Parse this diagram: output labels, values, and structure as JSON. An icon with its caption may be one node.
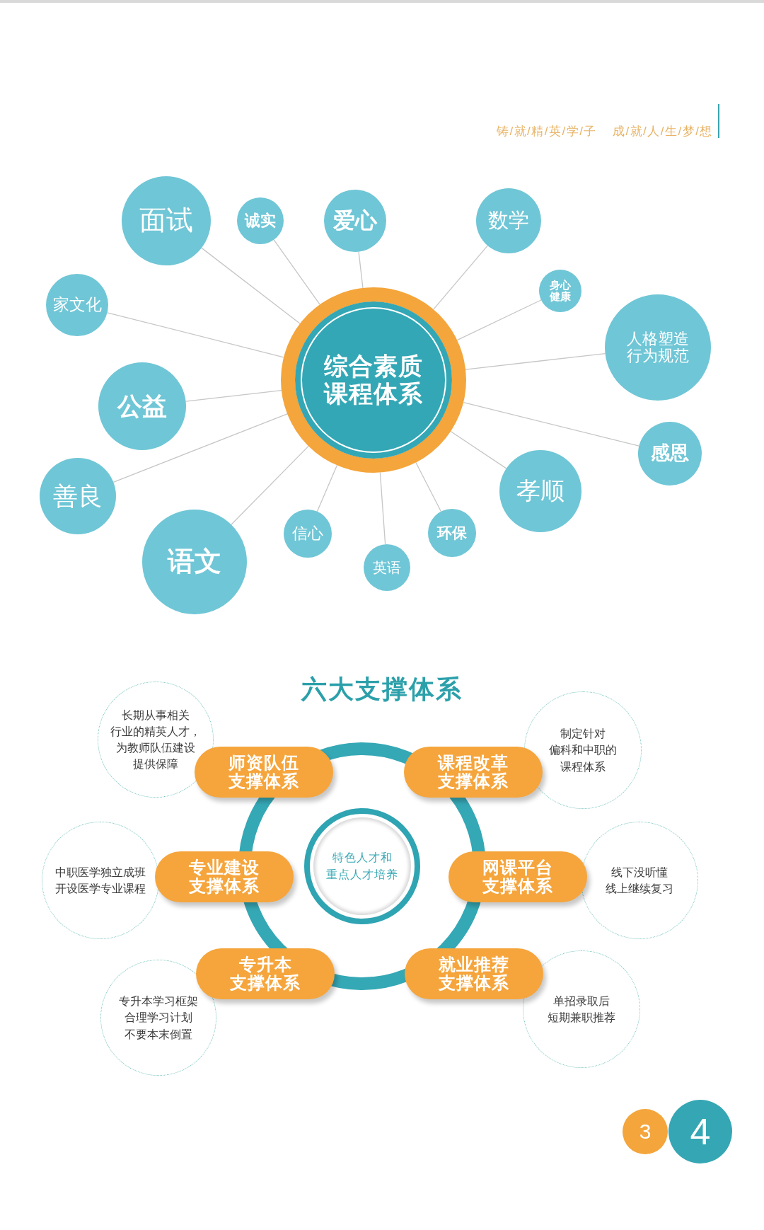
{
  "diagram": {
    "nodes": [
      {
        "text": [
          "综合素质课程体系"
        ]
      },
      {
        "text": [
          "面试"
        ]
      },
      {
        "text": [
          "诚实"
        ]
      },
      {
        "text": [
          "爱心"
        ]
      },
      {
        "text": [
          "数学"
        ]
      },
      {
        "text": [
          "身心健康"
        ]
      },
      {
        "text": [
          "家文化"
        ]
      },
      {
        "text": [
          "人格塑造行为规范"
        ]
      },
      {
        "text": [
          "公益"
        ]
      },
      {
        "text": [
          "感恩"
        ]
      },
      {
        "text": [
          "孝顺"
        ]
      },
      {
        "text": [
          "善良"
        ]
      },
      {
        "text": [
          "信心"
        ]
      },
      {
        "text": [
          "环保"
        ]
      },
      {
        "text": [
          "语文"
        ]
      },
      {
        "text": [
          "英语"
        ]
      },
      {
        "text": [
          "长期从事相关行业的精英人才，为教师队伍建设提供保障"
        ]
      },
      {
        "text": [
          "师资队伍支撑体系"
        ]
      },
      {
        "text": [
          "课程改革支撑体系"
        ]
      },
      {
        "text": [
          "制定针对偏科和中职的课程体系"
        ]
      },
      {
        "text": [
          "中职医学独立成班开设医学专业课程"
        ]
      },
      {
        "text": [
          "专业建设支撑体系"
        ]
      },
      {
        "text": [
          "特色人才和重点人才培养"
        ]
      },
      {
        "text": [
          "网课平台支撑体系"
        ]
      },
      {
        "text": [
          "线下没听懂线上继续复习"
        ]
      },
      {
        "text": [
          "专升本学习框架合理学习计划不要本末倒置"
        ]
      },
      {
        "text": [
          "专升本支撑体系"
        ]
      },
      {
        "text": [
          "就业推荐支撑体系"
        ]
      },
      {
        "text": [
          "单招录取后短期兼职推荐"
        ]
      },
      {
        "text": [
          "3"
        ]
      },
      {
        "text": [
          "4"
        ]
      }
    ],
    "edges": [
      {
        "from": 0,
        "to": 1,
        "arrow": "none"
      },
      {
        "from": 0,
        "to": 2,
        "arrow": "none"
      },
      {
        "from": 0,
        "to": 3,
        "arrow": "none"
      },
      {
        "from": 0,
        "to": 4,
        "arrow": "none"
      },
      {
        "from": 0,
        "to": 5,
        "arrow": "none"
      },
      {
        "from": 0,
        "to": 6,
        "arrow": "none"
      },
      {
        "from": 0,
        "to": 7,
        "arrow": "none"
      },
      {
        "from": 0,
        "to": 8,
        "arrow": "none"
      },
      {
        "from": 0,
        "to": 9,
        "arrow": "none"
      },
      {
        "from": 0,
        "to": 10,
        "arrow": "none"
      },
      {
        "from": 0,
        "to": 11,
        "arrow": "none"
      },
      {
        "from": 0,
        "to": 12,
        "arrow": "none"
      },
      {
        "from": 0,
        "to": 13,
        "arrow": "none"
      },
      {
        "from": 0,
        "to": 14,
        "arrow": "none"
      },
      {
        "from": 0,
        "to": 15,
        "arrow": "none"
      }
    ],
    "labels": [
      "铸/就/精/英/学/子",
      "成/就/人/生/梦/想",
      "六大支撑体系"
    ]
  }
}
